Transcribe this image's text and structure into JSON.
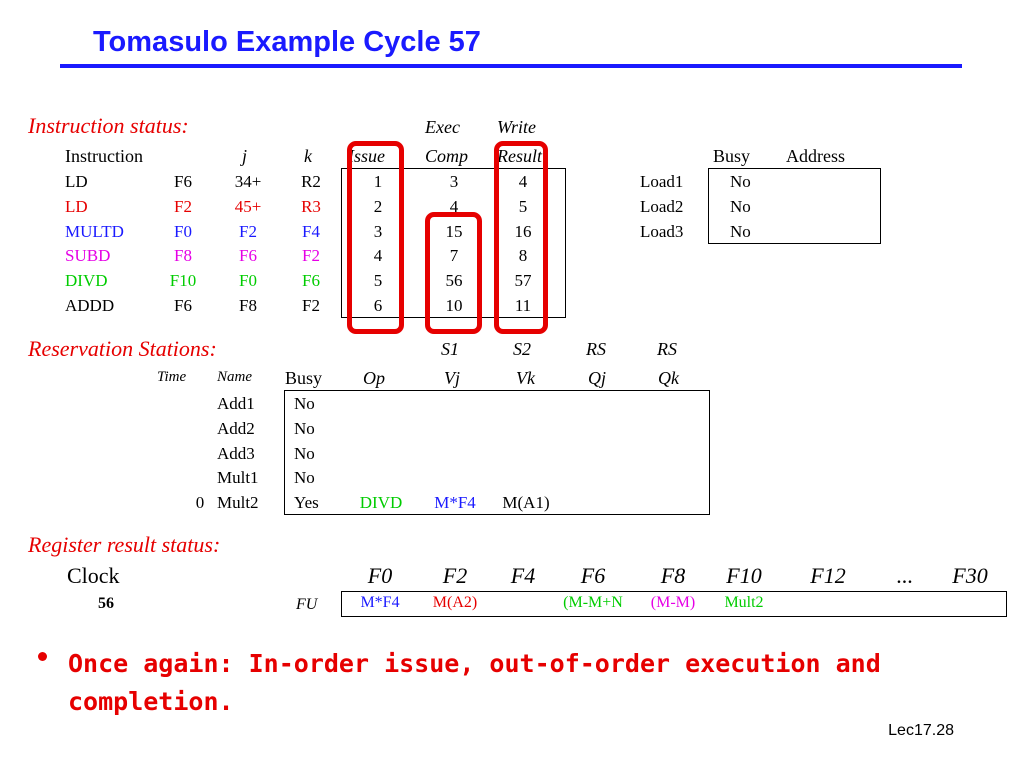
{
  "title": "Tomasulo Example Cycle 57",
  "colors": {
    "title": "#1a1aff",
    "section": "#e60000",
    "red": "#e60000",
    "blue": "#1a1aff",
    "magenta": "#e600e6",
    "green": "#00cc00",
    "black": "#000000"
  },
  "instruction_status": {
    "label": "Instruction status:",
    "header_top": {
      "exec": "Exec",
      "write": "Write"
    },
    "headers": {
      "instruction": "Instruction",
      "j": "j",
      "k": "k",
      "issue": "Issue",
      "comp": "Comp",
      "result": "Result"
    },
    "rows": [
      {
        "op": "LD",
        "dest": "F6",
        "j": "34+",
        "k": "R2",
        "issue": "1",
        "comp": "3",
        "result": "4",
        "color": "#000000"
      },
      {
        "op": "LD",
        "dest": "F2",
        "j": "45+",
        "k": "R3",
        "issue": "2",
        "comp": "4",
        "result": "5",
        "color": "#e60000"
      },
      {
        "op": "MULTD",
        "dest": "F0",
        "j": "F2",
        "k": "F4",
        "issue": "3",
        "comp": "15",
        "result": "16",
        "color": "#1a1aff"
      },
      {
        "op": "SUBD",
        "dest": "F8",
        "j": "F6",
        "k": "F2",
        "issue": "4",
        "comp": "7",
        "result": "8",
        "color": "#e600e6"
      },
      {
        "op": "DIVD",
        "dest": "F10",
        "j": "F0",
        "k": "F6",
        "issue": "5",
        "comp": "56",
        "result": "57",
        "color": "#00cc00"
      },
      {
        "op": "ADDD",
        "dest": "F6",
        "j": "F8",
        "k": "F2",
        "issue": "6",
        "comp": "10",
        "result": "11",
        "color": "#000000"
      }
    ]
  },
  "load_buffers": {
    "headers": {
      "busy": "Busy",
      "address": "Address"
    },
    "rows": [
      {
        "name": "Load1",
        "busy": "No",
        "address": ""
      },
      {
        "name": "Load2",
        "busy": "No",
        "address": ""
      },
      {
        "name": "Load3",
        "busy": "No",
        "address": ""
      }
    ]
  },
  "reservation_stations": {
    "label": "Reservation Stations:",
    "header_top": {
      "s1": "S1",
      "s2": "S2",
      "rs1": "RS",
      "rs2": "RS"
    },
    "headers": {
      "time": "Time",
      "name": "Name",
      "busy": "Busy",
      "op": "Op",
      "vj": "Vj",
      "vk": "Vk",
      "qj": "Qj",
      "qk": "Qk"
    },
    "rows": [
      {
        "time": "",
        "name": "Add1",
        "busy": "No",
        "op": "",
        "vj": "",
        "vk": "",
        "qj": "",
        "qk": ""
      },
      {
        "time": "",
        "name": "Add2",
        "busy": "No",
        "op": "",
        "vj": "",
        "vk": "",
        "qj": "",
        "qk": ""
      },
      {
        "time": "",
        "name": "Add3",
        "busy": "No",
        "op": "",
        "vj": "",
        "vk": "",
        "qj": "",
        "qk": ""
      },
      {
        "time": "",
        "name": "Mult1",
        "busy": "No",
        "op": "",
        "vj": "",
        "vk": "",
        "qj": "",
        "qk": ""
      },
      {
        "time": "0",
        "name": "Mult2",
        "busy": "Yes",
        "op": "DIVD",
        "vj": "M*F4",
        "vk": "M(A1)",
        "qj": "",
        "qk": ""
      }
    ]
  },
  "register_result_status": {
    "label": "Register result status:",
    "clock_label": "Clock",
    "clock": "56",
    "fu_label": "FU",
    "registers": [
      "F0",
      "F2",
      "F4",
      "F6",
      "F8",
      "F10",
      "F12",
      "...",
      "F30"
    ],
    "values": [
      {
        "text": "M*F4",
        "color": "#1a1aff"
      },
      {
        "text": "M(A2)",
        "color": "#e60000"
      },
      {
        "text": "",
        "color": "#000000"
      },
      {
        "text": "(M-M+N",
        "color": "#00cc00"
      },
      {
        "text": "(M-M)",
        "color": "#e600e6"
      },
      {
        "text": "Mult2",
        "color": "#00cc00"
      },
      {
        "text": "",
        "color": "#000000"
      },
      {
        "text": "",
        "color": "#000000"
      },
      {
        "text": "",
        "color": "#000000"
      }
    ]
  },
  "bullet": "Once again: In-order issue, out-of-order execution and completion.",
  "footer": "Lec17.28"
}
